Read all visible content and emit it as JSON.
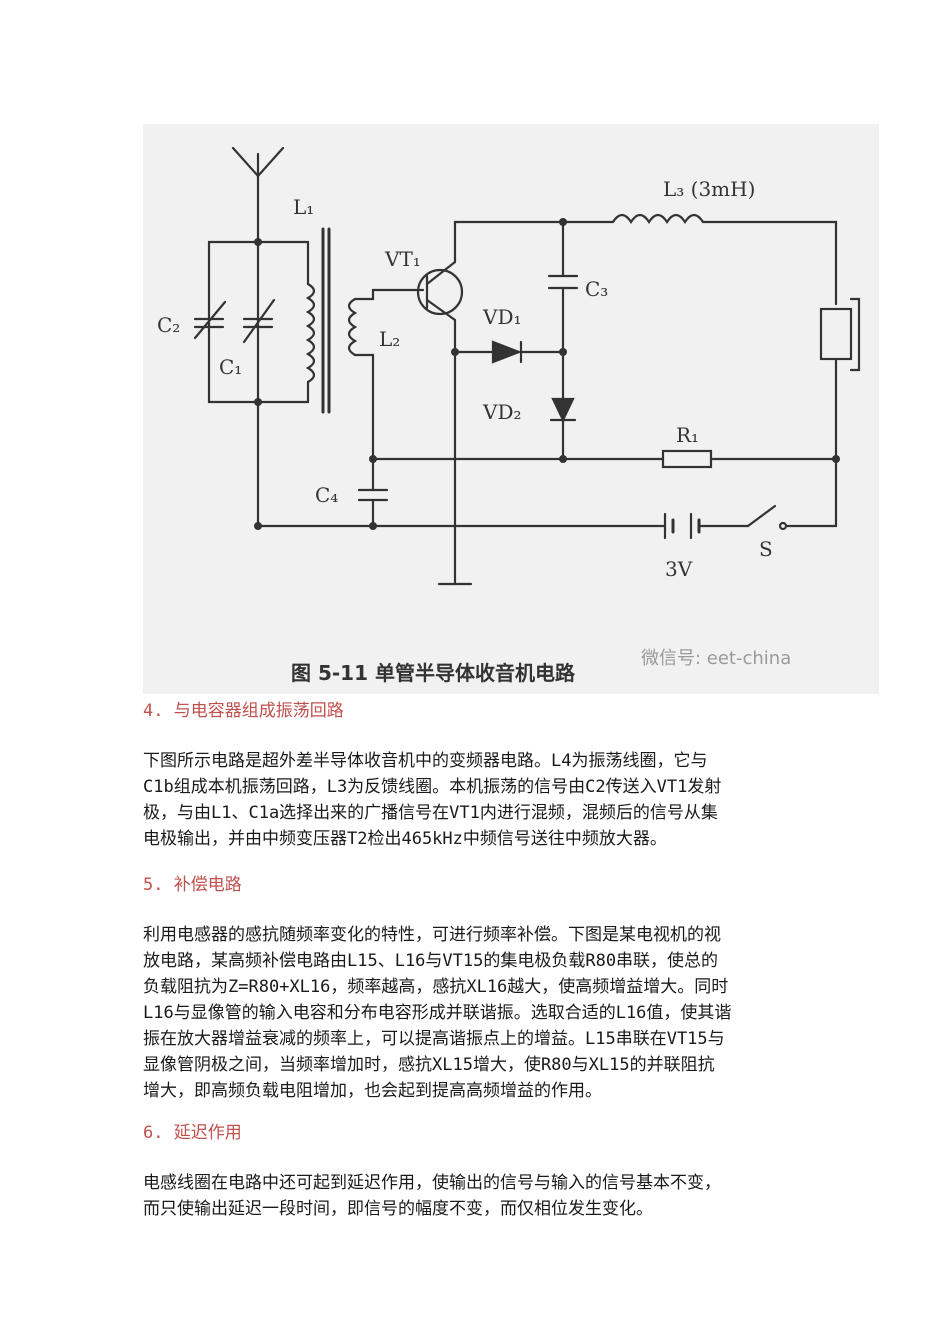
{
  "figure": {
    "caption": "图 5-11   单管半导体收音机电路",
    "watermark": "微信号: eet-china",
    "labels": {
      "L1": "L₁",
      "L2": "L₂",
      "L3": "L₃ (3mH)",
      "VT1": "VT₁",
      "VD1": "VD₁",
      "VD2": "VD₂",
      "C1": "C₁",
      "C2": "C₂",
      "C3": "C₃",
      "C4": "C₄",
      "R1": "R₁",
      "S": "S",
      "battery": "3V"
    }
  },
  "sections": [
    {
      "heading": "4. 与电容器组成振荡回路",
      "lines": [
        "下图所示电路是超外差半导体收音机中的变频器电路。L4为振荡线圈，它与",
        "C1b组成本机振荡回路，L3为反馈线圈。本机振荡的信号由C2传送入VT1发射",
        "极，与由L1、C1a选择出来的广播信号在VT1内进行混频，混频后的信号从集",
        "电极输出，并由中频变压器T2检出465kHz中频信号送往中频放大器。"
      ]
    },
    {
      "heading": "5. 补偿电路",
      "lines": [
        "利用电感器的感抗随频率变化的特性，可进行频率补偿。下图是某电视机的视",
        "放电路，某高频补偿电路由L15、L16与VT15的集电极负载R80串联，使总的",
        "负载阻抗为Z=R80+XL16，频率越高，感抗XL16越大，使高频增益增大。同时",
        "L16与显像管的输入电容和分布电容形成并联谐振。选取合适的L16值，使其谐",
        "振在放大器增益衰减的频率上，可以提高谐振点上的增益。L15串联在VT15与",
        "显像管阴极之间，当频率增加时，感抗XL15增大，使R80与XL15的并联阻抗",
        "增大，即高频负载电阻增加，也会起到提高高频增益的作用。"
      ]
    },
    {
      "heading": "6. 延迟作用",
      "lines": [
        "电感线圈在电路中还可起到延迟作用，使输出的信号与输入的信号基本不变，",
        "而只使输出延迟一段时间，即信号的幅度不变，而仅相位发生变化。"
      ]
    }
  ]
}
